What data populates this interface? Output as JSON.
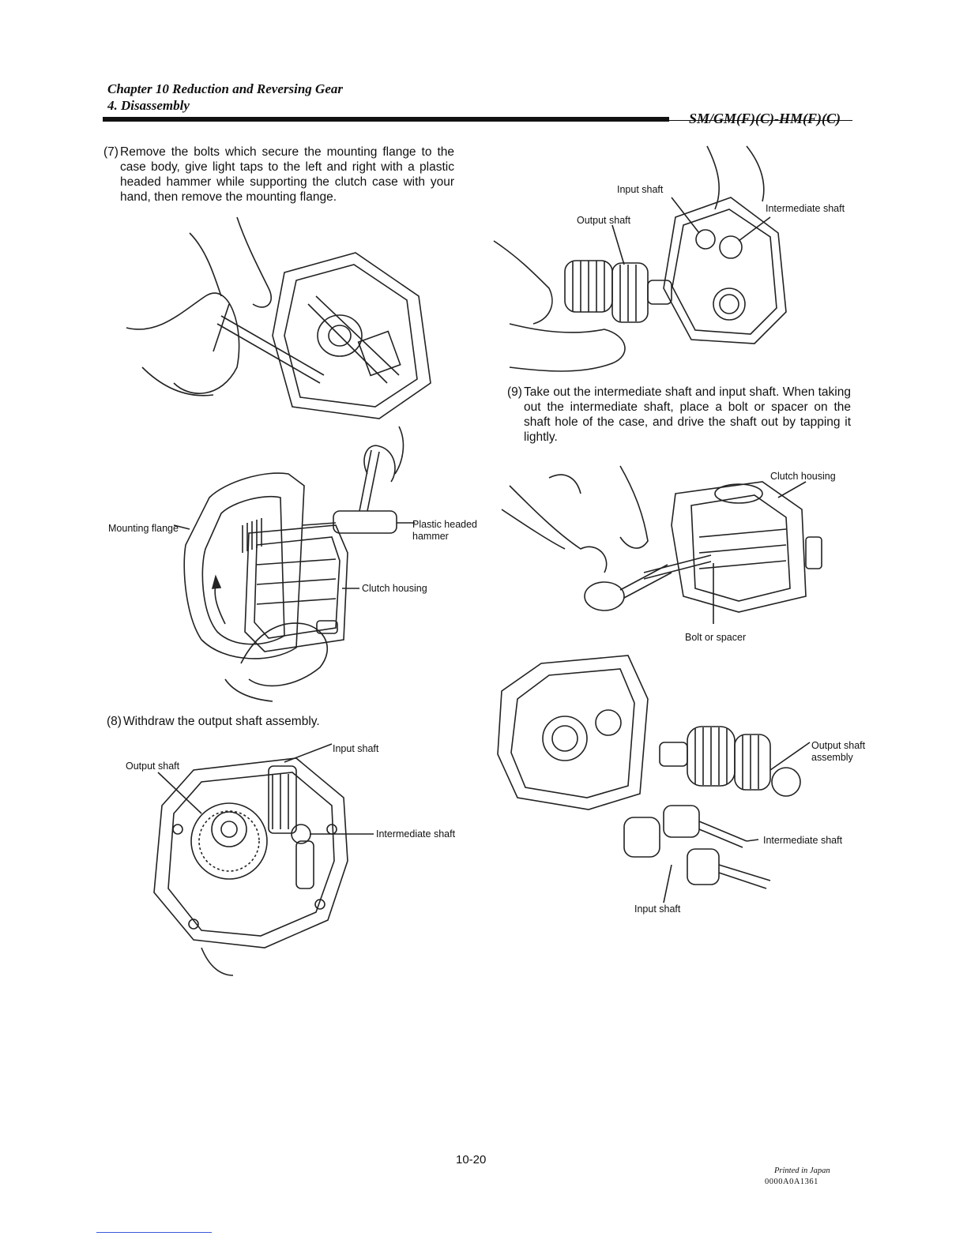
{
  "header": {
    "chapter_title": "Chapter 10 Reduction and Reversing Gear",
    "section_title": "4. Disassembly",
    "model": "SM/GM(F)(C)-HM(F)(C)"
  },
  "steps": [
    {
      "number": "(7)",
      "text": "Remove the bolts which secure the mounting flange to the case body, give light taps to the left and right with a plastic headed hammer while supporting the clutch case with your hand, then remove the mounting flange."
    },
    {
      "number": "(8)",
      "text": "Withdraw the output shaft assembly."
    },
    {
      "number": "(9)",
      "text": "Take out the intermediate shaft and input shaft. When taking out the intermediate shaft, place a bolt or spacer on the shaft hole of the case, and drive the shaft out by tapping it lightly."
    }
  ],
  "figures": {
    "fig2": {
      "mounting_flange": "Mounting flange",
      "plastic_headed_hammer": "Plastic headed hammer",
      "clutch_housing": "Clutch housing"
    },
    "fig3": {
      "output_shaft": "Output shaft",
      "input_shaft": "Input shaft",
      "intermediate_shaft": "Intermediate shaft"
    },
    "fig4": {
      "input_shaft": "Input shaft",
      "output_shaft": "Output shaft",
      "intermediate_shaft": "Intermediate shaft"
    },
    "fig5": {
      "clutch_housing": "Clutch housing",
      "bolt_or_spacer": "Bolt or spacer"
    },
    "fig6": {
      "output_shaft_assembly": "Output shaft assembly",
      "intermediate_shaft": "Intermediate shaft",
      "input_shaft": "Input shaft"
    }
  },
  "footer": {
    "page_number": "10-20",
    "printed_in": "Printed in Japan",
    "code": "0000A0A1361"
  }
}
